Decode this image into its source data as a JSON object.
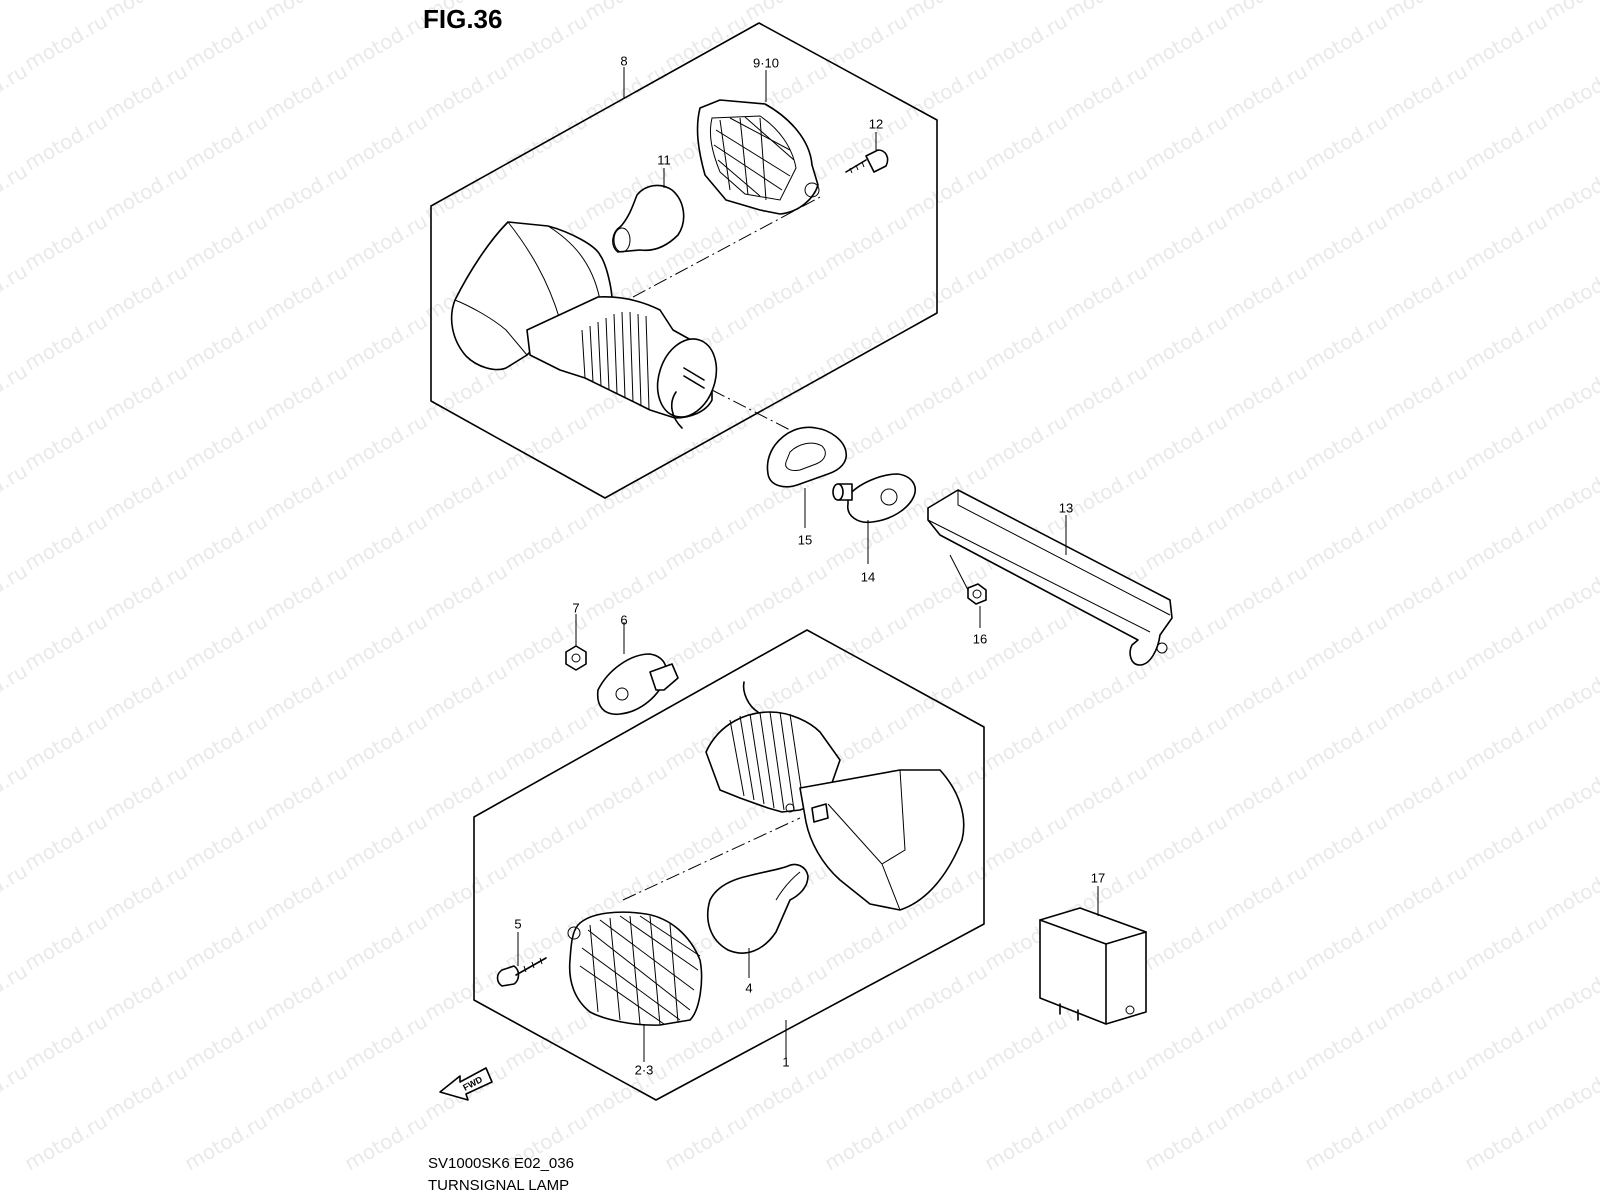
{
  "figure_title": "FIG.36",
  "diagram_code": "SV1000SK6 E02_036",
  "caption": "TURNSIGNAL LAMP",
  "watermark_text": "motod.ru",
  "fwd_label": "FWD",
  "callouts": {
    "c1": "1",
    "c2_3": "2·3",
    "c4": "4",
    "c5": "5",
    "c6": "6",
    "c7": "7",
    "c8": "8",
    "c9_10": "9·10",
    "c11": "11",
    "c12": "12",
    "c13": "13",
    "c14": "14",
    "c15": "15",
    "c16": "16",
    "c17": "17"
  }
}
